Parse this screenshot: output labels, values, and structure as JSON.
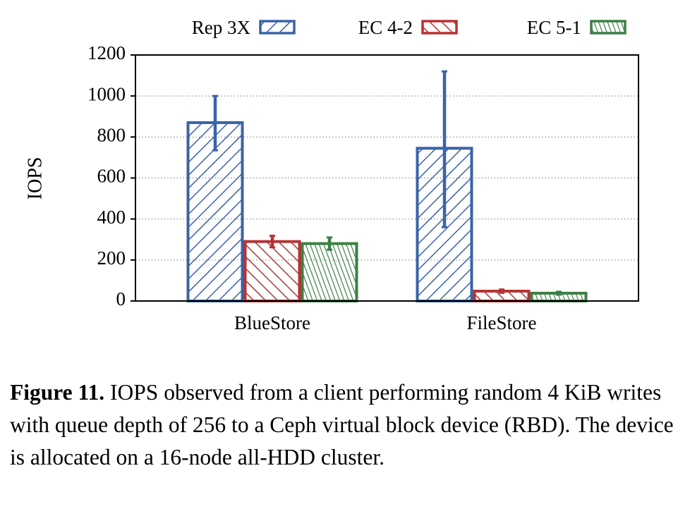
{
  "chart_data": {
    "type": "bar",
    "categories": [
      "BlueStore",
      "FileStore"
    ],
    "series": [
      {
        "name": "Rep 3X",
        "color": "#3a63a8",
        "values": [
          870,
          745
        ],
        "error_low": [
          735,
          360
        ],
        "error_high": [
          1000,
          1120
        ]
      },
      {
        "name": "EC 4-2",
        "color": "#b83232",
        "values": [
          290,
          48
        ],
        "error_low": [
          262,
          40
        ],
        "error_high": [
          318,
          56
        ]
      },
      {
        "name": "EC 5-1",
        "color": "#3d7f46",
        "values": [
          280,
          38
        ],
        "error_low": [
          250,
          31
        ],
        "error_high": [
          310,
          45
        ]
      }
    ],
    "ylabel": "IOPS",
    "xlabel": "",
    "ylim": [
      0,
      1200
    ],
    "yticks": [
      "0",
      "200",
      "400",
      "600",
      "800",
      "1000",
      "1200"
    ],
    "grid": "horizontal dotted",
    "legend": "top"
  },
  "caption": {
    "label": "Figure 11.",
    "text": "IOPS observed from a client performing random 4 KiB writes with queue depth of 256 to a Ceph virtual block device (RBD). The device is allocated on a 16-node all-HDD cluster."
  }
}
